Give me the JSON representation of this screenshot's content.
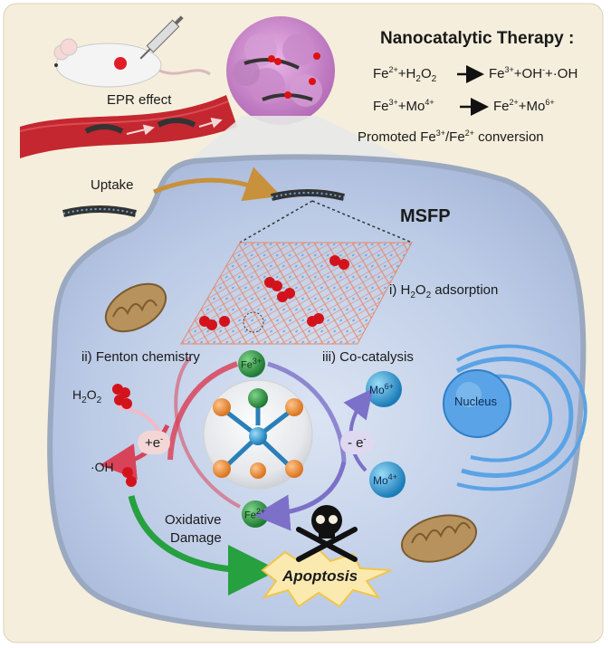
{
  "therapy": {
    "title": "Nanocatalytic Therapy :",
    "eq1": {
      "a": "Fe",
      "a_sup": "2+",
      "b": "+H",
      "b_sub": "2",
      "c": "O",
      "c_sub": "2",
      "d": "Fe",
      "d_sup": "3+",
      "e": "+OH",
      "e_sup": "-",
      "f": "+·OH"
    },
    "eq2": {
      "a": "Fe",
      "a_sup": "3+",
      "b": "+Mo",
      "b_sup": "4+",
      "c": "Fe",
      "c_sup": "2+",
      "d": "+Mo",
      "d_sup": "6+"
    },
    "eq3": {
      "a": "Promoted Fe",
      "a_sup": "3+",
      "b": "/Fe",
      "b_sup": "2+",
      "c": " conversion"
    }
  },
  "labels": {
    "epr": "EPR effect",
    "uptake": "Uptake",
    "msfp": "MSFP",
    "adsorption_a": "i) H",
    "adsorption_sub": "2",
    "adsorption_b": "O",
    "adsorption_sub2": "2",
    "adsorption_c": " adsorption",
    "fenton": "ii) Fenton chemistry",
    "cocat": "iii) Co-catalysis",
    "nucleus": "Nucleus",
    "h2o2_a": "H",
    "h2o2_sub": "2",
    "h2o2_b": "O",
    "h2o2_sub2": "2",
    "oh": "·OH",
    "plus_e": "+e",
    "plus_e_sup": "-",
    "minus_e": "- e",
    "minus_e_sup": "-",
    "fe3": "Fe",
    "fe3_sup": "3+",
    "fe2": "Fe",
    "fe2_sup": "2+",
    "mo6": "Mo",
    "mo6_sup": "6+",
    "mo4": "Mo",
    "mo4_sup": "4+",
    "oxidative_1": "Oxidative",
    "oxidative_2": "Damage",
    "apoptosis": "Apoptosis"
  },
  "colors": {
    "background": "#f5eedc",
    "cell": "#b9c9e6",
    "cell_border": "#9aa8c0",
    "vessel": "#c4272f",
    "fe": "#2f9b45",
    "mo": "#2a9fd6",
    "arrow_red": "#d9435a",
    "arrow_purple": "#7c70c8",
    "arrow_green": "#27a040",
    "arrow_uptake": "#c8913b",
    "nucleus": "#5aa3e6"
  },
  "icons": [
    "mouse-icon",
    "syringe-icon",
    "tumor-icon",
    "nanosheet-icon",
    "mitochondria-icon",
    "nucleus-icon",
    "skull-crossbones-icon",
    "h2o2-molecule-icon"
  ]
}
